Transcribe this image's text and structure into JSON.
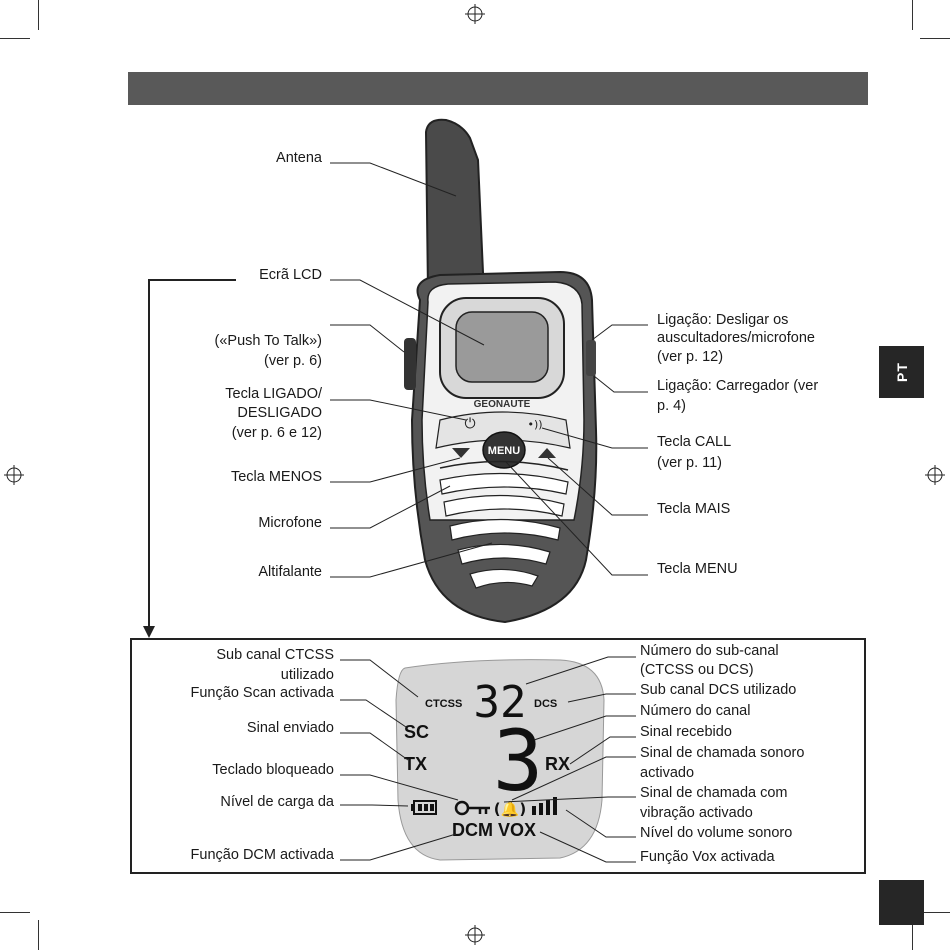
{
  "side_tab": "PT",
  "device": {
    "brand": "GEONAUTE",
    "menu_key": "MENU"
  },
  "callouts": {
    "antena": "Antena",
    "ecra": "Ecrã LCD",
    "ptt_1": "(«Push To Talk»)",
    "ptt_2": "(ver p. 6)",
    "power_1": "Tecla LIGADO/",
    "power_2": "DESLIGADO",
    "power_3": "(ver p. 6 e 12)",
    "menos": "Tecla MENOS",
    "microfone": "Microfone",
    "altifalante": "Altifalante",
    "lig_headset_1": "Ligação: Desligar os",
    "lig_headset_2": "auscultadores/microfone",
    "lig_headset_3": "(ver p. 12)",
    "lig_charger_1": "Ligação: Carregador (ver",
    "lig_charger_2": "p. 4)",
    "call_1": "Tecla CALL",
    "call_2": "(ver p. 11)",
    "mais": "Tecla MAIS",
    "menu": "Tecla MENU"
  },
  "lcd": {
    "ctcss_tag": "CTCSS",
    "dcs_tag": "DCS",
    "sc_tag": "SC",
    "tx_tag": "TX",
    "rx_tag": "RX",
    "sub_channel_digits": "32",
    "channel_digit": "3",
    "dcm_vox": "DCM VOX",
    "labels": {
      "ctcss_1": "Sub canal CTCSS",
      "ctcss_2": "utilizado",
      "scan": "Função Scan activada",
      "sent": "Sinal enviado",
      "keylock": "Teclado bloqueado",
      "battery": "Nível de carga da",
      "dcm": "Função DCM activada",
      "subnum_1": "Número do sub-canal",
      "subnum_2": "(CTCSS ou DCS)",
      "dcs": "Sub canal DCS utilizado",
      "channel": "Número do canal",
      "received": "Sinal recebido",
      "call_sound_1": "Sinal de chamada sonoro",
      "call_sound_2": "activado",
      "call_vib_1": "Sinal de chamada com",
      "call_vib_2": "vibração activado",
      "volume": "Nível do volume sonoro",
      "vox": "Função Vox activada"
    }
  }
}
